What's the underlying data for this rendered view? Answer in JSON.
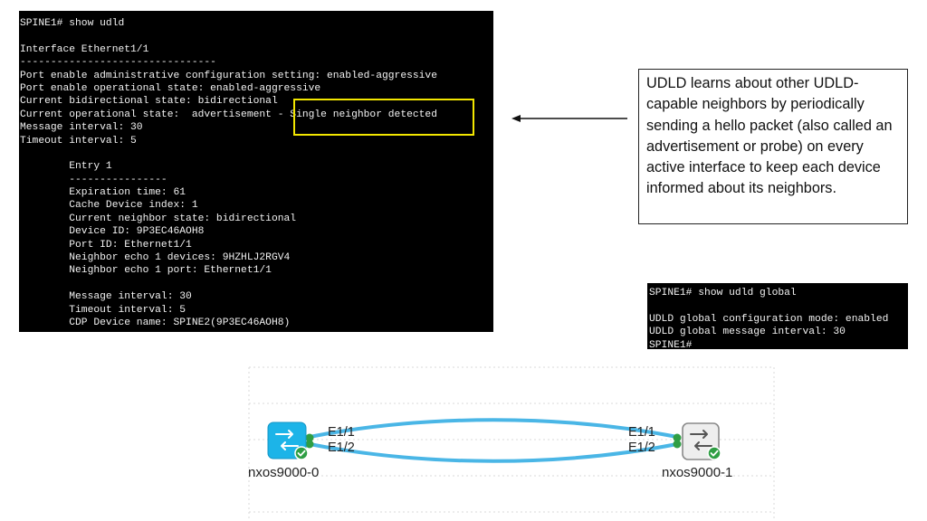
{
  "terminal_main": {
    "lines": [
      "SPINE1# show udld",
      "",
      "Interface Ethernet1/1",
      "--------------------------------",
      "Port enable administrative configuration setting: enabled-aggressive",
      "Port enable operational state: enabled-aggressive",
      "Current bidirectional state: bidirectional",
      "Current operational state:  advertisement - Single neighbor detected",
      "Message interval: 30",
      "Timeout interval: 5",
      "",
      "        Entry 1",
      "        ----------------",
      "        Expiration time: 61",
      "        Cache Device index: 1",
      "        Current neighbor state: bidirectional",
      "        Device ID: 9P3EC46AOH8",
      "        Port ID: Ethernet1/1",
      "        Neighbor echo 1 devices: 9HZHLJ2RGV4",
      "        Neighbor echo 1 port: Ethernet1/1",
      "",
      "        Message interval: 30",
      "        Timeout interval: 5",
      "        CDP Device name: SPINE2(9P3EC46AOH8)"
    ]
  },
  "terminal_global": {
    "lines": [
      "SPINE1# show udld global",
      "",
      "UDLD global configuration mode: enabled",
      "UDLD global message interval: 30",
      "SPINE1#"
    ]
  },
  "callout": {
    "text": "UDLD learns about other UDLD-capable neighbors by periodically sending a hello packet (also called an advertisement or probe) on every active interface to keep each device informed about its neighbors."
  },
  "topology": {
    "left_device": {
      "name": "nxos9000-0",
      "port1": "E1/1",
      "port2": "E1/2",
      "color": "#1cb4e8",
      "status": "ok"
    },
    "right_device": {
      "name": "nxos9000-1",
      "port1": "E1/1",
      "port2": "E1/2",
      "color": "#eeeeee",
      "status": "ok"
    },
    "link_color": "#4ab6e6",
    "status_color": "#2f9e44"
  },
  "colors": {
    "highlight": "#f2e600"
  }
}
